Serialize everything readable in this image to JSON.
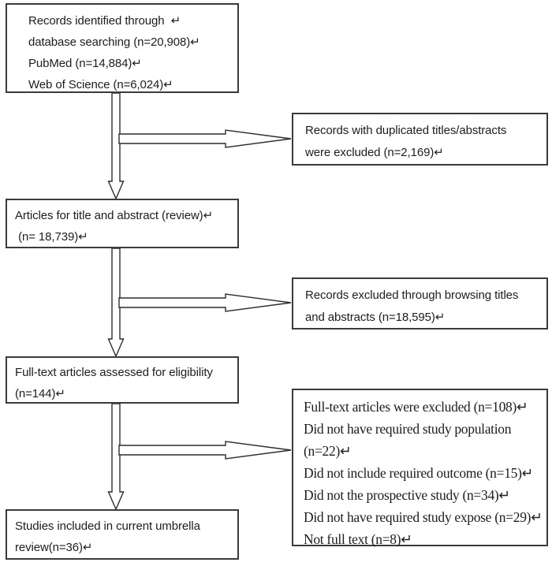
{
  "colors": {
    "background": "#ffffff",
    "box_border": "#3b3b3b",
    "text": "#1d1d1d",
    "arrow_outline": "#2d2d2d",
    "arrow_fill": "#ffffff"
  },
  "boxes": {
    "identification": {
      "lines": [
        "Records identified through  ↵",
        "database searching (n=20,908)↵",
        "PubMed (n=14,884)↵",
        "Web of Science (n=6,024)↵"
      ]
    },
    "duplicates_excluded": {
      "lines": [
        "Records with duplicated titles/abstracts",
        "were excluded (n=2,169)↵"
      ]
    },
    "title_abstract_review": {
      "lines": [
        "Articles for title and abstract (review)↵",
        " (n= 18,739)↵"
      ]
    },
    "browsing_excluded": {
      "lines": [
        "Records excluded through browsing titles",
        "and abstracts (n=18,595)↵"
      ]
    },
    "fulltext_assessed": {
      "lines": [
        "Full-text articles assessed for eligibility",
        "(n=144)↵"
      ]
    },
    "fulltext_excluded": {
      "lines": [
        "Full-text articles were excluded (n=108)↵",
        "Did not have required study population",
        "(n=22)↵",
        "Did not include required outcome (n=15)↵",
        "Did not the prospective study (n=34)↵",
        "Did not have required study expose (n=29)↵",
        "Not full text (n=8)↵"
      ]
    },
    "included": {
      "lines": [
        "Studies included in current umbrella",
        "review(n=36)↵"
      ]
    }
  }
}
